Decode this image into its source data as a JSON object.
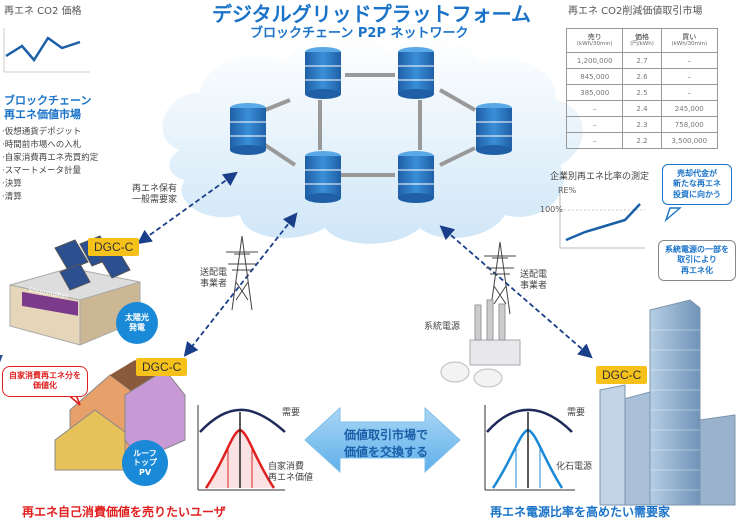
{
  "title": "デジタルグリッドプラットフォーム",
  "subtitle": "ブロックチェーン P2P ネットワーク",
  "co2_price": {
    "label": "再エネ CO2 価格"
  },
  "left_market": {
    "title_line1": "ブロックチェーン",
    "title_line2": "再エネ価値市場",
    "bullets": [
      "·仮想通貨デポジット",
      "·時間前市場への入札",
      "·自家消費再エネ売買約定",
      "·スマートメータ計量",
      "·決算",
      "·清算"
    ]
  },
  "right_market": {
    "title": "再エネ CO2削減価値取引市場",
    "headers": [
      {
        "label": "売り",
        "unit": "(kWh/30min)"
      },
      {
        "label": "価格",
        "unit": "(円/kWh)"
      },
      {
        "label": "買い",
        "unit": "(kWh/30min)"
      }
    ],
    "rows": [
      [
        "1,200,000",
        "2.7",
        "–"
      ],
      [
        "845,000",
        "2.6",
        "–"
      ],
      [
        "385,000",
        "2.5",
        "–"
      ],
      [
        "–",
        "2.4",
        "245,000"
      ],
      [
        "–",
        "2.3",
        "758,000"
      ],
      [
        "–",
        "2.2",
        "3,500,000"
      ]
    ]
  },
  "callout_top_right": [
    "売却代金が",
    "新たな再エネ",
    "投資に向かう"
  ],
  "re_ratio_chart": {
    "title": "企業別再エネ比率の測定",
    "y_label": "RE%",
    "y_tick": "100%"
  },
  "callout_mid_right": [
    "系統電源の一部を",
    "取引により",
    "再エネ化"
  ],
  "labels": {
    "re_holding": [
      "再エネ保有",
      "一般需要家"
    ],
    "transmission_left": [
      "送配電",
      "事業者"
    ],
    "transmission_right": [
      "送配電",
      "事業者"
    ],
    "grid_power": "系統電源",
    "solar": [
      "太陽光",
      "発電"
    ],
    "rooftop": [
      "ルーフ",
      "トップ",
      "PV"
    ],
    "self_consumption": [
      "自家消費再エネ分を",
      "価値化"
    ],
    "demand_left": "需要",
    "demand_right": "需要",
    "self_value": [
      "自家消費",
      "再エネ価値"
    ],
    "fossil": "化石電源",
    "exchange": [
      "価値取引市場で",
      "価値を交換する"
    ],
    "shop_sign": "ShoppingMall"
  },
  "dgc": {
    "mall": "DGC-C",
    "houses": "DGC-C",
    "city": "DGC-C"
  },
  "bottom_left": "再エネ自己消費価値を売りたいユーザ",
  "bottom_right": "再エネ電源比率を高めたい需要家",
  "colors": {
    "accent": "#1a73c8",
    "red": "#e02020",
    "yellow": "#f6c21a",
    "navy": "#1e2a5a"
  }
}
